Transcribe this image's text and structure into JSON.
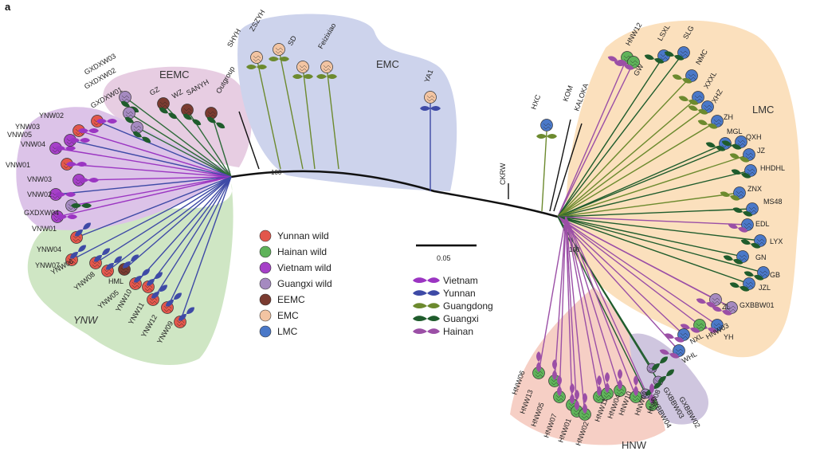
{
  "panel_label": "a",
  "clade_labels": {
    "eemc": "EEMC",
    "emc": "EMC",
    "lmc": "LMC",
    "ynw": "YNW",
    "hnw": "HNW"
  },
  "bootstrap": {
    "left": "100",
    "right": "100"
  },
  "scale_bar": {
    "label": "0.05"
  },
  "legend_fruit": [
    {
      "label": "Yunnan wild",
      "color": "#e2574c"
    },
    {
      "label": "Hainan wild",
      "color": "#5fb35a"
    },
    {
      "label": "Vietnam wild",
      "color": "#a640c8"
    },
    {
      "label": "Guangxi wild",
      "color": "#a58ac0"
    },
    {
      "label": "EEMC",
      "color": "#7a3b30"
    },
    {
      "label": "EMC",
      "color": "#f2c4a2"
    },
    {
      "label": "LMC",
      "color": "#4a78c8"
    }
  ],
  "legend_leaf": [
    {
      "label": "Vietnam",
      "color": "#9b35c2"
    },
    {
      "label": "Yunnan",
      "color": "#3e4aa6"
    },
    {
      "label": "Guangdong",
      "color": "#6c8a2e"
    },
    {
      "label": "Guangxi",
      "color": "#1f5c2c"
    },
    {
      "label": "Hainan",
      "color": "#9b4fa6"
    }
  ],
  "clade_colors": {
    "eemc": "#e7cde2",
    "emc": "#cdd3ec",
    "lmc": "#fbe0bd",
    "ynw": "#cfe6c4",
    "vnw": "#dcc3e8",
    "hnw": "#f6cfc5",
    "gxbbw": "#cfc6df"
  },
  "tips": {
    "top": [
      "SHYH",
      "ZSZYH",
      "SD",
      "Feizixiao",
      "YA1",
      "Outgroup",
      "HXC",
      "CKRW",
      "KOM",
      "KALOKA"
    ],
    "eemc": [
      "GXDXW03",
      "GXDXW02",
      "GXDXW01",
      "GZ",
      "WZ",
      "SANYH"
    ],
    "vnw": [
      "YNW02",
      "YNW03",
      "VNW04",
      "VNW05",
      "VNW01",
      "VNW03",
      "VNW02",
      "GXDXW04",
      "VNW01"
    ],
    "ynw": [
      "YNW04",
      "YNW07",
      "YNW06",
      "YNW08",
      "HML",
      "YNW05",
      "YNW10",
      "YNW11",
      "YNW12",
      "YNW09"
    ],
    "lmc": [
      "HNW12",
      "GW",
      "LSXL",
      "SLG",
      "NMC",
      "XXXL",
      "XHZ",
      "ZH",
      "MGL",
      "QXH",
      "JZ",
      "HHDHL",
      "ZNX",
      "MS48",
      "EDL",
      "LYX",
      "GN",
      "GB",
      "JZL",
      "ZL",
      "GXBBW01",
      "YH",
      "HNW03",
      "NXL",
      "WHL"
    ],
    "gxbbw": [
      "GXBBW02",
      "GXBBW03",
      "GXBBW04"
    ],
    "hnw": [
      "HNW06",
      "HNW13",
      "HNW05",
      "HNW07",
      "HNW01",
      "HNW02",
      "HNW11",
      "HNW04",
      "HNW10",
      "HNW09",
      "HNW08"
    ]
  }
}
